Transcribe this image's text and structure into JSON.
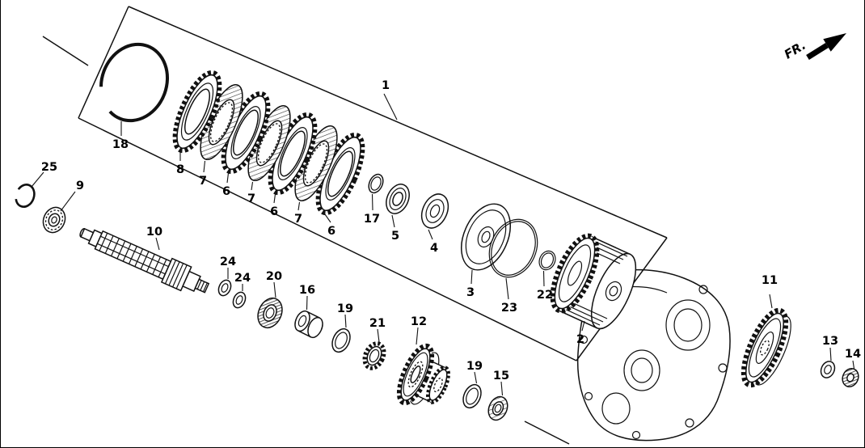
{
  "diagram": {
    "fr": "FR.",
    "callouts": {
      "c1": "1",
      "c2": "2",
      "c3": "3",
      "c4": "4",
      "c5": "5",
      "c6a": "6",
      "c6b": "6",
      "c6c": "6",
      "c7a": "7",
      "c7b": "7",
      "c7c": "7",
      "c8": "8",
      "c9": "9",
      "c10": "10",
      "c11": "11",
      "c12": "12",
      "c13": "13",
      "c14": "14",
      "c15": "15",
      "c16": "16",
      "c17": "17",
      "c18": "18",
      "c19a": "19",
      "c19b": "19",
      "c20": "20",
      "c21": "21",
      "c22": "22",
      "c23": "23",
      "c24a": "24",
      "c24b": "24",
      "c25": "25"
    }
  }
}
